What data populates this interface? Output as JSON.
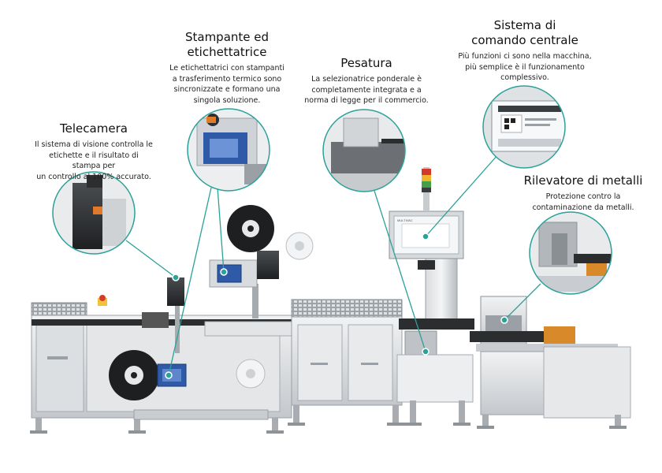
{
  "accent_color": "#2aa199",
  "callouts": {
    "camera": {
      "title": "Telecamera",
      "text": [
        "Il sistema di visione controlla le",
        "etichette e il risultato di stampa per",
        "un controllo al 100% accurato."
      ]
    },
    "printer": {
      "title": [
        "Stampante ed",
        "etichettatrice"
      ],
      "text": [
        "Le etichettatrici con stampanti",
        "a trasferimento termico sono",
        "sincronizzate e formano una",
        "singola soluzione."
      ]
    },
    "weighing": {
      "title": "Pesatura",
      "text": [
        "La selezionatrice ponderale è",
        "completamente integrata e a",
        "norma di legge per il commercio."
      ]
    },
    "control": {
      "title": [
        "Sistema di",
        "comando centrale"
      ],
      "text": [
        "Più funzioni ci sono nella macchina,",
        "più semplice è il funzionamento",
        "complessivo."
      ]
    },
    "metal": {
      "title": "Rilevatore di metalli",
      "text": [
        "Protezione contro la",
        "contaminazione da metalli."
      ]
    }
  },
  "screen_brand": "MULTIVAC",
  "icons": [
    "camera-detail-icon",
    "printer-detail-icon",
    "weighing-detail-icon",
    "touchscreen-detail-icon",
    "metal-detector-detail-icon"
  ]
}
